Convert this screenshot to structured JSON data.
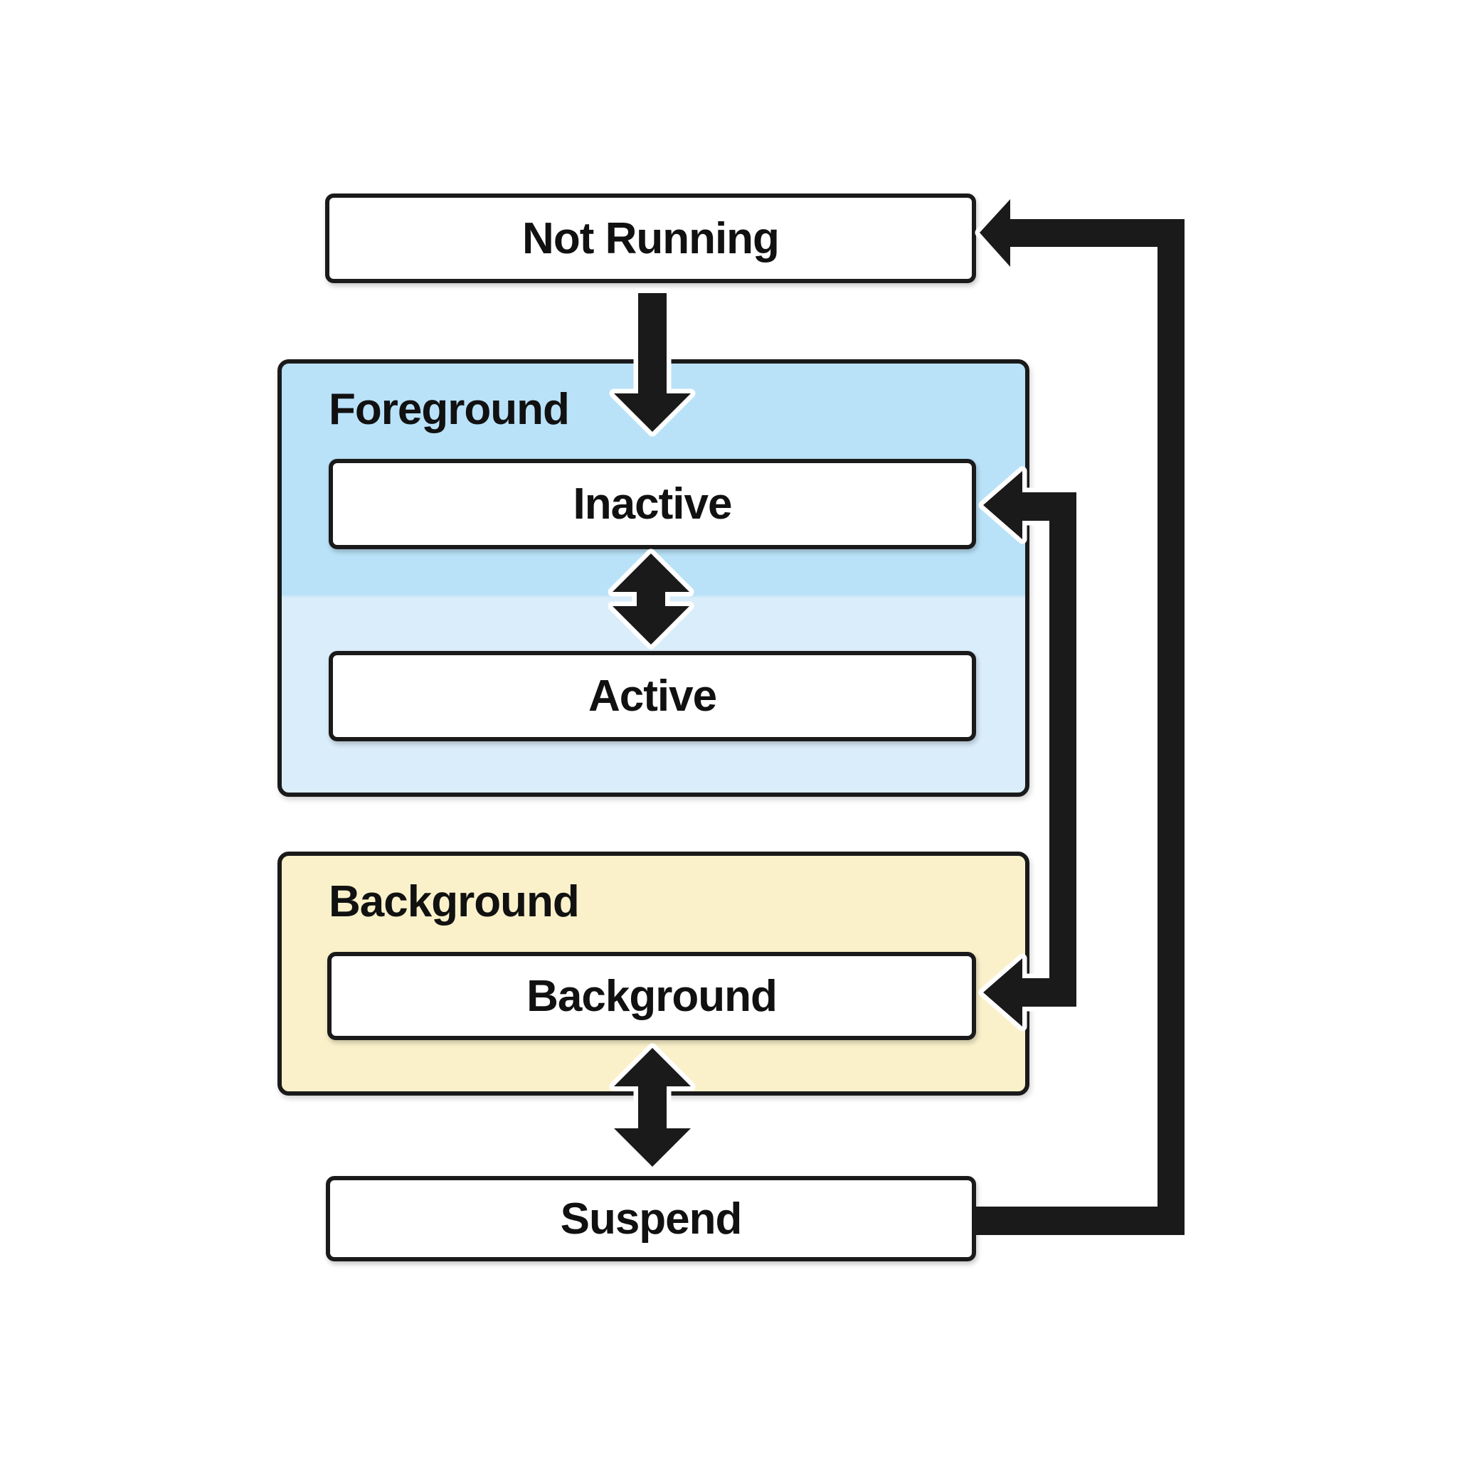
{
  "diagram_type": "state-diagram",
  "nodes": {
    "not_running": {
      "label": "Not Running"
    },
    "inactive": {
      "label": "Inactive"
    },
    "active": {
      "label": "Active"
    },
    "background": {
      "label": "Background"
    },
    "suspend": {
      "label": "Suspend"
    }
  },
  "groups": {
    "foreground": {
      "label": "Foreground",
      "fill_top": "#b9e2f8",
      "fill_bottom": "#daedfb"
    },
    "background": {
      "label": "Background",
      "fill": "#faf1ca"
    }
  },
  "edges": [
    {
      "from": "Not Running",
      "to": "Foreground (Inactive)",
      "style": "single-arrow",
      "direction": "down"
    },
    {
      "from": "Inactive",
      "to": "Active",
      "style": "double-arrow",
      "direction": "vertical"
    },
    {
      "from": "Background",
      "to": "Suspend",
      "style": "double-arrow",
      "direction": "vertical"
    },
    {
      "from": "Suspend",
      "to": "Not Running",
      "style": "single-arrow",
      "route": "outer-right-side",
      "direction": "up-then-left"
    },
    {
      "from": "Inactive",
      "to": "Background",
      "style": "double-arrow",
      "route": "inner-right-side",
      "direction": "down-bracket"
    }
  ],
  "colors": {
    "line": "#1a1a1a",
    "arrow_casing": "#ffffff",
    "node_fill": "#ffffff",
    "node_border": "#1a1a1a",
    "page_background": "#ffffff",
    "text": "#111111"
  }
}
